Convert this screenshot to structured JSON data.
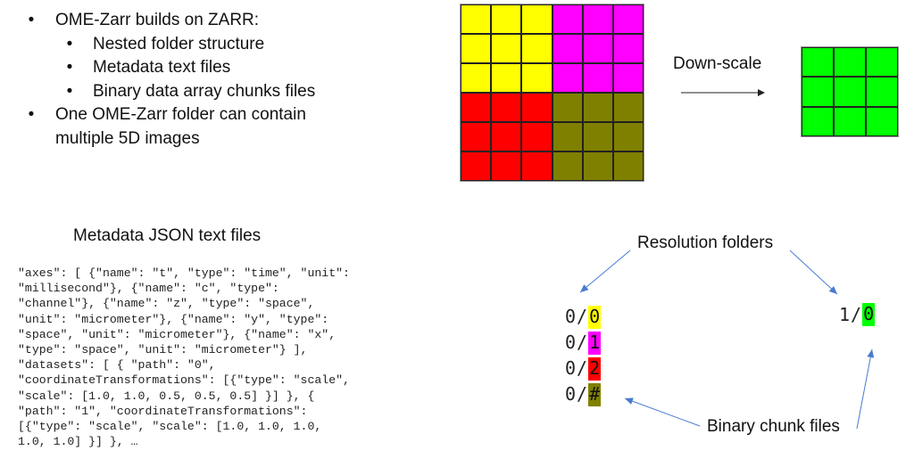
{
  "bullets": [
    {
      "level": 0,
      "text": "OME-Zarr builds on ZARR:"
    },
    {
      "level": 1,
      "text": "Nested folder structure"
    },
    {
      "level": 1,
      "text": "Metadata text files"
    },
    {
      "level": 1,
      "text": "Binary data array chunks files"
    },
    {
      "level": 0,
      "text": "One OME-Zarr folder can contain"
    },
    {
      "level": -1,
      "text": "multiple 5D images"
    }
  ],
  "bullet_glyph": "•",
  "downscale": {
    "label": "Down-scale",
    "big_grid": {
      "rows": 6,
      "cols": 6,
      "quadrant_colors": {
        "top_left": "#ffff00",
        "top_right": "#ff00ff",
        "bottom_left": "#ff0000",
        "bottom_right": "#808000"
      }
    },
    "small_grid": {
      "rows": 3,
      "cols": 3,
      "color": "#00ff00"
    }
  },
  "metadata": {
    "title": "Metadata JSON text files",
    "code_lines": [
      "\"axes\": [ {\"name\": \"t\", \"type\": \"time\", \"unit\":",
      "\"millisecond\"}, {\"name\": \"c\", \"type\":",
      "\"channel\"}, {\"name\": \"z\", \"type\": \"space\",",
      "\"unit\": \"micrometer\"}, {\"name\": \"y\", \"type\":",
      "\"space\", \"unit\": \"micrometer\"}, {\"name\": \"x\",",
      "\"type\": \"space\", \"unit\": \"micrometer\"} ],",
      "\"datasets\": [ { \"path\": \"0\",",
      "\"coordinateTransformations\": [{\"type\": \"scale\",",
      "\"scale\": [1.0, 1.0, 0.5, 0.5, 0.5] }] }, {",
      "\"path\": \"1\", \"coordinateTransformations\":",
      "[{\"type\": \"scale\", \"scale\": [1.0, 1.0, 1.0,",
      "1.0, 1.0] }] }, …"
    ]
  },
  "resolution": {
    "folders_label": "Resolution folders",
    "chunks_label": "Binary chunk files",
    "level0_chunks": [
      {
        "prefix": "0/",
        "id": "0",
        "color": "#ffff00"
      },
      {
        "prefix": "0/",
        "id": "1",
        "color": "#ff00ff"
      },
      {
        "prefix": "0/",
        "id": "2",
        "color": "#ff0000"
      },
      {
        "prefix": "0/",
        "id": "#",
        "color": "#808000"
      }
    ],
    "level1_chunks": [
      {
        "prefix": "1/",
        "id": "0",
        "color": "#00ff00"
      }
    ]
  },
  "arrow_color": "#4a7bd0"
}
